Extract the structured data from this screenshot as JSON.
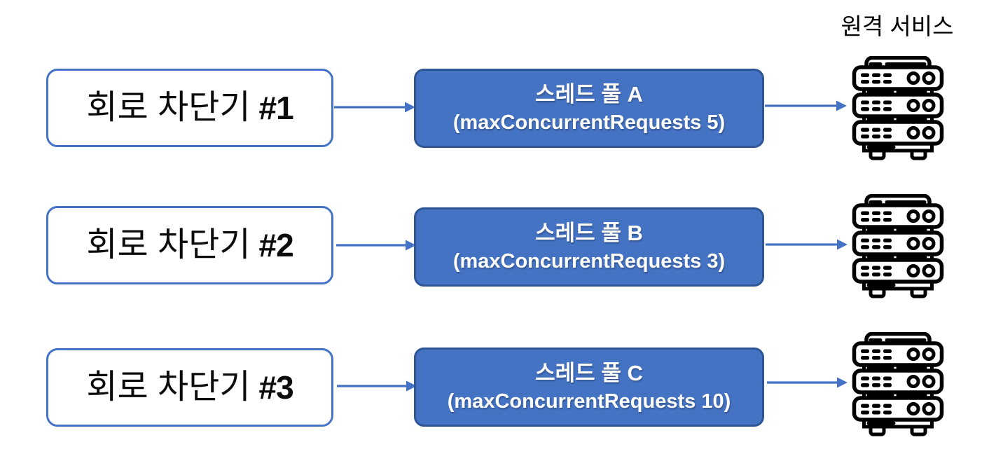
{
  "title": "원격 서비스",
  "colors": {
    "accent_blue": "#4472C4",
    "pool_fill": "#4573C4",
    "pool_border": "#2F5597",
    "box_text": "#000000",
    "pool_text": "#FFFFFF",
    "icon_color": "#000000"
  },
  "rows": [
    {
      "breaker_label": "회로 차단기",
      "breaker_number": "#1",
      "pool_name": "스레드 풀 A",
      "pool_config": "(maxConcurrentRequests 5)"
    },
    {
      "breaker_label": "회로 차단기",
      "breaker_number": "#2",
      "pool_name": "스레드 풀 B",
      "pool_config": "(maxConcurrentRequests 3)"
    },
    {
      "breaker_label": "회로 차단기",
      "breaker_number": "#3",
      "pool_name": "스레드 풀 C",
      "pool_config": "(maxConcurrentRequests 10)"
    }
  ],
  "icons": {
    "server": "server-rack-icon",
    "arrow": "arrow-right-icon"
  }
}
